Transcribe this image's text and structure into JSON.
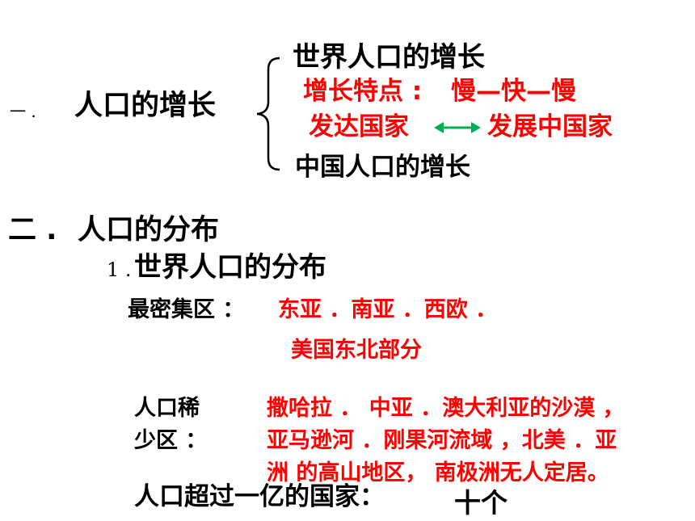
{
  "section1": {
    "number": "一 .",
    "title": "人口的增长",
    "sub1": "世界人口的增长",
    "trend_label": "增长特点 :",
    "trend_value": "慢—快—慢",
    "developed": "发达国家",
    "developing": "发展中国家",
    "sub2": "中国人口的增长",
    "arrow_color": "#00b050"
  },
  "section2": {
    "number": "二 .",
    "title": "人口的分布",
    "sub1_number": "1 .",
    "sub1": "世界人口的分布",
    "dense_label": "最密集区 ：",
    "dense_value_line1": "东亚 ．南亚 ．西欧 ．",
    "dense_value_line2": "美国东北部分",
    "sparse_label_line1": "人口稀",
    "sparse_label_line2": "少区 ：",
    "sparse_value_line1": "撒哈拉 ． 中亚 ．澳大利亚的沙漠 ，",
    "sparse_value_line2": "亚马逊河 ．刚果河流域 ，北美 ．亚",
    "sparse_value_line3": "洲 的高山地区， 南极洲无人定居。",
    "over_100m_label": "人口超过一亿的国家：",
    "over_100m_value": "十个"
  }
}
